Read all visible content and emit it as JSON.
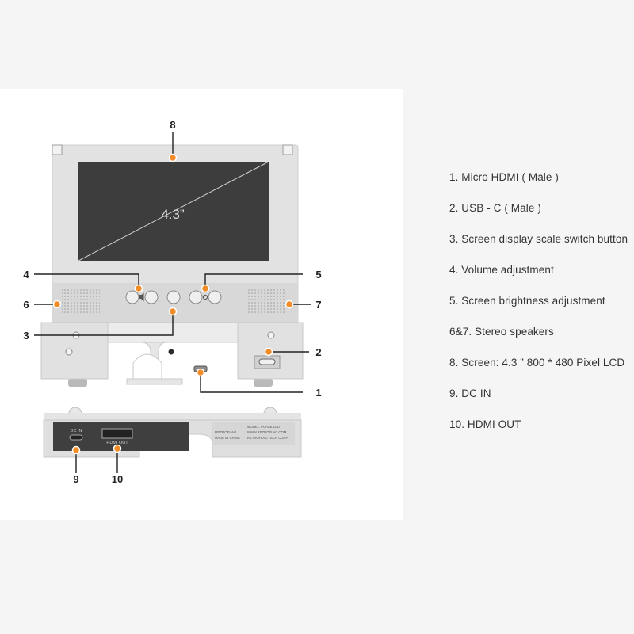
{
  "colors": {
    "page_bg": "#f5f5f5",
    "panel_bg": "#ffffff",
    "device_body": "#dedede",
    "device_face": "#e5e5e5",
    "screen": "#3b3b3b",
    "callout": "#f28c28",
    "line": "#222222",
    "text": "#333333"
  },
  "diagram": {
    "screen_size_label": "4.3”",
    "label_plate": {
      "brand": "RETROFLAG",
      "model": "MODEL: PCASE LCD",
      "website": "WWW.RETROFLAG.COM",
      "origin": "MADE IN CHINA",
      "maker": "RETROFLAG TECH CORP."
    },
    "port_labels": {
      "dc_in": "DC IN",
      "hdmi_out": "HDMI OUT"
    },
    "callouts": [
      {
        "id": "1",
        "label": "1"
      },
      {
        "id": "2",
        "label": "2"
      },
      {
        "id": "3",
        "label": "3"
      },
      {
        "id": "4",
        "label": "4"
      },
      {
        "id": "5",
        "label": "5"
      },
      {
        "id": "6",
        "label": "6"
      },
      {
        "id": "7",
        "label": "7"
      },
      {
        "id": "8",
        "label": "8"
      },
      {
        "id": "9",
        "label": "9"
      },
      {
        "id": "10",
        "label": "10"
      }
    ],
    "icons": [
      "volume-icon",
      "brightness-icon",
      "screen-switch-icon"
    ]
  },
  "legend": [
    "1. Micro HDMI ( Male )",
    "2. USB - C ( Male )",
    "3. Screen display scale switch button",
    "4. Volume adjustment",
    "5. Screen brightness adjustment",
    "6&7. Stereo speakers",
    "8. Screen: 4.3 ” 800 * 480 Pixel LCD",
    "9. DC IN",
    "10. HDMI OUT"
  ]
}
